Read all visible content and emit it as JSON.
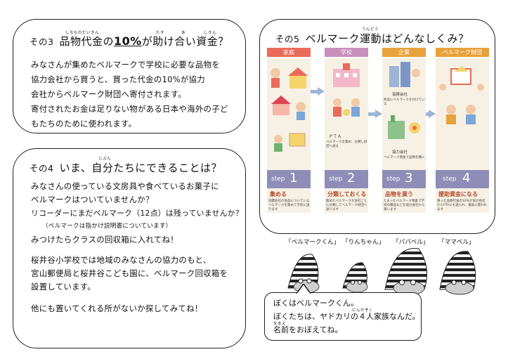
{
  "section3": {
    "number": "その3",
    "title_prefix": "品物代金の",
    "title_highlight": "10%",
    "title_suffix": "が助け合い資金？",
    "ruby": [
      "しなものだいきん",
      "たす",
      "あ",
      "しきん"
    ],
    "lines": [
      "みなさんが集めたベルマークで学校に必要な品物を",
      "協力会社から買うと、買った代金の10%が協力",
      "会社からベルマーク財団へ寄付されます。",
      "寄付されたお金は足りない物がある日本や海外の子ど",
      "もたちのために使われます。"
    ]
  },
  "section4": {
    "number": "その4",
    "title": "いま、自分たちにできることは？",
    "ruby": [
      "じぶん"
    ],
    "lines": [
      "みなさんの使っている文房具や食べているお菓子に",
      "ベルマークはついていませんか？",
      "リコーダーにまだベルマーク（12点）は残っていませんか？",
      "（ベルマークは指かけ説明書についています）",
      "みつけたらクラスの回収箱に入れてね！",
      "桜井谷小学校では地域のみなさんの協力のもと、",
      "宮山郵便局と桜井谷こども園に、ベルマーク回収箱を",
      "設置しています。",
      "他にも置いてくれる所がないか探してみてね！"
    ]
  },
  "section5": {
    "number": "その5",
    "title": "ベルマーク運動はどんなしくみ？",
    "ruby": [
      "うんどう"
    ],
    "columns": [
      "家庭",
      "学校",
      "企業",
      "ベルマーク財団"
    ],
    "pta_label": "ＰＴＡ",
    "companies": [
      "協賛会社",
      "協力会社"
    ],
    "step_word": "step",
    "steps": [
      {
        "number": "1",
        "caption": "集める"
      },
      {
        "number": "2",
        "caption": "分類しておくる"
      },
      {
        "number": "3",
        "caption": "品物を買う"
      },
      {
        "number": "4",
        "caption": "援助資金になる"
      }
    ],
    "notes": {
      "company1": "商品にベルマークを付けている",
      "company2": "ベルマーク預金で品物を購入",
      "pta": "ベルマークを集め、分類し財団へ送る",
      "s1": "協賛会社の商品についているベルマークを集めて学校に送ります",
      "s2": "集めたベルマークを会社ごとに分類してベルマーク財団へ送ります",
      "s3": "たまったベルマーク預金で学校の備品などを協力会社から買います",
      "s4": "買った品物代金の10%が協力会社からPTAにも送られ、援助に使われます"
    }
  },
  "family": {
    "names": [
      "「ベルマークくん」",
      "「りんちゃん」",
      "「パパベル」",
      "「ママベル」"
    ],
    "bubble": [
      "ぼくはベルマークくん。",
      "ぼくたちは、ヤドカリの４人家族なんだ。",
      "名前をおぼえてね。"
    ],
    "bubble_ruby": [
      "にんかぞく",
      "なまえ"
    ]
  },
  "colors": {
    "home": "#e96b5a",
    "school": "#c88fbd",
    "company": "#e8a23c",
    "foundation": "#e8a23c",
    "step": "#8f8db7",
    "arrow": "#9eb3d6",
    "panel": "#f6f1e4"
  }
}
